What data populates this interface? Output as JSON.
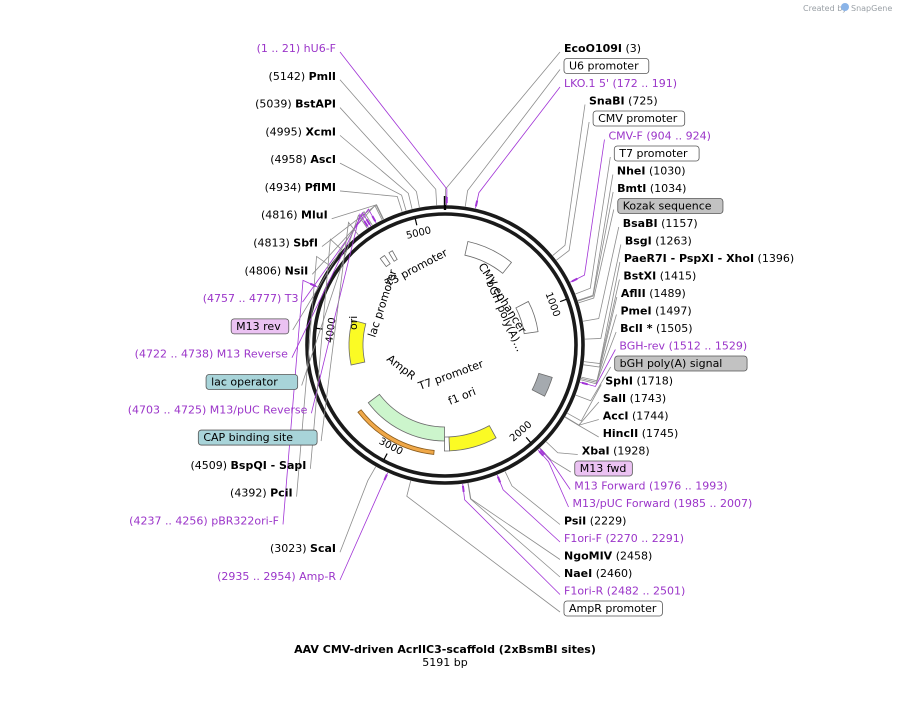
{
  "credit": {
    "text": "Created by",
    "brand": "SnapGene"
  },
  "plasmid": {
    "name": "AAV CMV-driven AcrIIC3-scaffold (2xBsmBI sites)",
    "size_label": "5191 bp",
    "length": 5191
  },
  "ticks": [
    {
      "pos": 1000,
      "label": "1000"
    },
    {
      "pos": 2000,
      "label": "2000"
    },
    {
      "pos": 3000,
      "label": "3000"
    },
    {
      "pos": 4000,
      "label": "4000"
    },
    {
      "pos": 5000,
      "label": "5000"
    }
  ],
  "labels_right": [
    {
      "kind": "enzyme",
      "name": "EcoO109I",
      "pos_text": "(3)",
      "site": 3
    },
    {
      "kind": "box",
      "name": "U6 promoter",
      "site": 120,
      "fill": "#ffffff"
    },
    {
      "kind": "primer",
      "name": "LKO.1 5'",
      "pos_text": "(172 .. 191)",
      "site": 181
    },
    {
      "kind": "enzyme",
      "name": "SnaBI",
      "pos_text": "(725)",
      "site": 725
    },
    {
      "kind": "box",
      "name": "CMV promoter",
      "site": 760,
      "fill": "#ffffff"
    },
    {
      "kind": "primer",
      "name": "CMV-F",
      "pos_text": "(904 .. 924)",
      "site": 914
    },
    {
      "kind": "box",
      "name": "T7 promoter",
      "site": 990,
      "fill": "#ffffff"
    },
    {
      "kind": "enzyme",
      "name": "NheI",
      "pos_text": "(1030)",
      "site": 1030
    },
    {
      "kind": "enzyme",
      "name": "BmtI",
      "pos_text": "(1034)",
      "site": 1034
    },
    {
      "kind": "box",
      "name": "Kozak sequence",
      "site": 1045,
      "fill": "#c2c2c2"
    },
    {
      "kind": "enzyme",
      "name": "BsaBI",
      "pos_text": "(1157)",
      "site": 1157
    },
    {
      "kind": "enzyme",
      "name": "BsgI",
      "pos_text": "(1263)",
      "site": 1263
    },
    {
      "kind": "enzyme",
      "name": "PaeR7I - PspXI - XhoI",
      "pos_text": "(1396)",
      "site": 1396
    },
    {
      "kind": "enzyme",
      "name": "BstXI",
      "pos_text": "(1415)",
      "site": 1415
    },
    {
      "kind": "enzyme",
      "name": "AflII",
      "pos_text": "(1489)",
      "site": 1489
    },
    {
      "kind": "enzyme",
      "name": "PmeI",
      "pos_text": "(1497)",
      "site": 1497
    },
    {
      "kind": "enzyme",
      "name": "BclI *",
      "pos_text": "(1505)",
      "site": 1505
    },
    {
      "kind": "primer",
      "name": "BGH-rev",
      "pos_text": "(1512 .. 1529)",
      "site": 1520
    },
    {
      "kind": "box",
      "name": "bGH poly(A) signal",
      "site": 1600,
      "fill": "#c2c2c2"
    },
    {
      "kind": "enzyme",
      "name": "SphI",
      "pos_text": "(1718)",
      "site": 1718
    },
    {
      "kind": "enzyme",
      "name": "SalI",
      "pos_text": "(1743)",
      "site": 1743
    },
    {
      "kind": "enzyme",
      "name": "AccI",
      "pos_text": "(1744)",
      "site": 1744
    },
    {
      "kind": "enzyme",
      "name": "HincII",
      "pos_text": "(1745)",
      "site": 1745
    },
    {
      "kind": "enzyme",
      "name": "XbaI",
      "pos_text": "(1928)",
      "site": 1928
    },
    {
      "kind": "box",
      "name": "M13 fwd",
      "site": 1980,
      "fill": "#ebc2f2"
    },
    {
      "kind": "primer",
      "name": "M13 Forward",
      "pos_text": "(1976 .. 1993)",
      "site": 1984
    },
    {
      "kind": "primer",
      "name": "M13/pUC Forward",
      "pos_text": "(1985 .. 2007)",
      "site": 1996
    },
    {
      "kind": "enzyme",
      "name": "PsiI",
      "pos_text": "(2229)",
      "site": 2229
    },
    {
      "kind": "primer",
      "name": "F1ori-F",
      "pos_text": "(2270 .. 2291)",
      "site": 2280
    },
    {
      "kind": "enzyme",
      "name": "NgoMIV",
      "pos_text": "(2458)",
      "site": 2458
    },
    {
      "kind": "enzyme",
      "name": "NaeI",
      "pos_text": "(2460)",
      "site": 2460
    },
    {
      "kind": "primer",
      "name": "F1ori-R",
      "pos_text": "(2482 .. 2501)",
      "site": 2491
    },
    {
      "kind": "box",
      "name": "AmpR promoter",
      "site": 2800,
      "fill": "#ffffff"
    }
  ],
  "labels_left": [
    {
      "kind": "primer",
      "name": "hU6-F",
      "pos_text": "(1 .. 21)",
      "site": 10
    },
    {
      "kind": "enzyme",
      "name": "PmlI",
      "pos_text": "(5142)",
      "site": 5142
    },
    {
      "kind": "enzyme",
      "name": "BstAPI",
      "pos_text": "(5039)",
      "site": 5039
    },
    {
      "kind": "enzyme",
      "name": "XcmI",
      "pos_text": "(4995)",
      "site": 4995
    },
    {
      "kind": "enzyme",
      "name": "AscI",
      "pos_text": "(4958)",
      "site": 4958
    },
    {
      "kind": "enzyme",
      "name": "PflMI",
      "pos_text": "(4934)",
      "site": 4934
    },
    {
      "kind": "enzyme",
      "name": "MluI",
      "pos_text": "(4816)",
      "site": 4816
    },
    {
      "kind": "enzyme",
      "name": "SbfI",
      "pos_text": "(4813)",
      "site": 4813
    },
    {
      "kind": "enzyme",
      "name": "NsiI",
      "pos_text": "(4806)",
      "site": 4806
    },
    {
      "kind": "primer",
      "name": "T3",
      "pos_text": "(4757 .. 4777)",
      "site": 4767
    },
    {
      "kind": "box",
      "name": "M13 rev",
      "site": 4740,
      "fill": "#ebc2f2"
    },
    {
      "kind": "primer",
      "name": "M13 Reverse",
      "pos_text": "(4722 .. 4738)",
      "site": 4730
    },
    {
      "kind": "box",
      "name": "lac operator",
      "site": 4705,
      "fill": "#a8d4d9"
    },
    {
      "kind": "primer",
      "name": "M13/pUC Reverse",
      "pos_text": "(4703 .. 4725)",
      "site": 4714
    },
    {
      "kind": "box",
      "name": "CAP binding site",
      "site": 4640,
      "fill": "#a8d4d9"
    },
    {
      "kind": "enzyme",
      "name": "BspQI - SapI",
      "pos_text": "(4509)",
      "site": 4509
    },
    {
      "kind": "enzyme",
      "name": "PciI",
      "pos_text": "(4392)",
      "site": 4392
    },
    {
      "kind": "primer",
      "name": "pBR322ori-F",
      "pos_text": "(4237 .. 4256)",
      "site": 4246
    },
    {
      "kind": "enzyme",
      "name": "ScaI",
      "pos_text": "(3023)",
      "site": 3023
    },
    {
      "kind": "primer",
      "name": "Amp-R",
      "pos_text": "(2935 .. 2954)",
      "site": 2944
    }
  ],
  "features": [
    {
      "name": "CMV enhancer",
      "start": 180,
      "end": 560,
      "color": "#ffffff"
    },
    {
      "name": "bGH poly(A)...",
      "start": 900,
      "end": 1180,
      "color": "#ffffff"
    },
    {
      "name": "bGH poly(A) signal",
      "start": 1540,
      "end": 1690,
      "color": "#a5aaaf"
    },
    {
      "name": "f1 ori",
      "start": 2180,
      "end": 2560,
      "color": "#fbfb24"
    },
    {
      "name": "T7 promoter",
      "start": 2560,
      "end": 2600,
      "color": "#ffffff"
    },
    {
      "name": "AmpR",
      "start": 2600,
      "end": 3360,
      "color": "#ccf5cc"
    },
    {
      "name": "ori",
      "start": 3720,
      "end": 4110,
      "color": "#fbfb24"
    },
    {
      "name": "lac promoter",
      "start": 4660,
      "end": 4700,
      "color": "#ffffff"
    },
    {
      "name": "T3 promoter",
      "start": 4740,
      "end": 4770,
      "color": "#ffffff"
    }
  ],
  "feature_labels": [
    "CMV enhancer",
    "bGH poly(A)...",
    "T7 promoter",
    "f1 ori",
    "AmpR",
    "ori",
    "lac promoter",
    "T3 promoter"
  ]
}
